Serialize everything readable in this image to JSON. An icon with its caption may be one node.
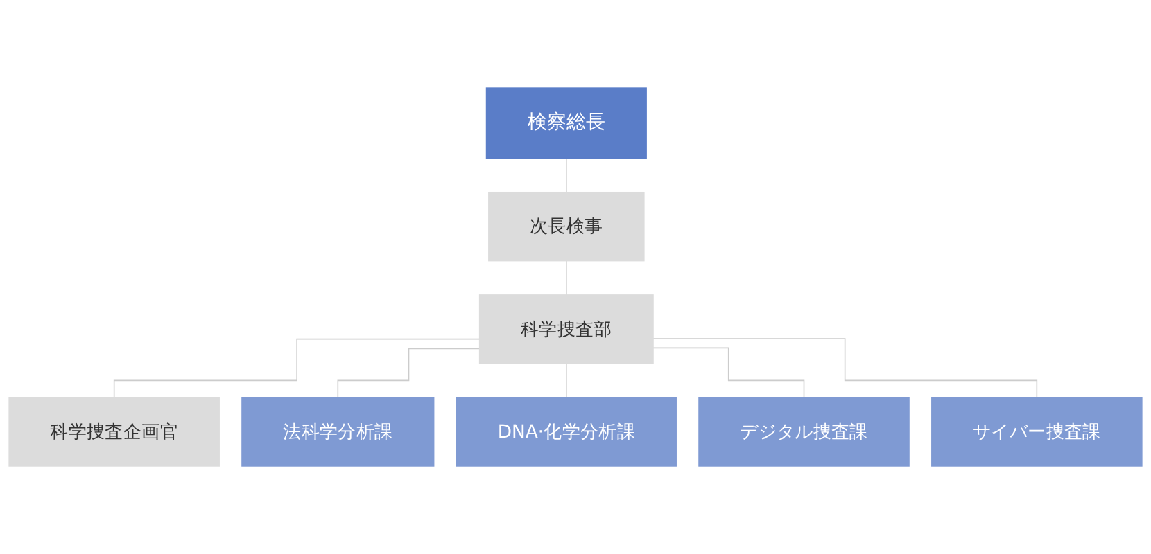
{
  "diagram": {
    "nodes": [
      {
        "text": [
          "検察総長"
        ]
      },
      {
        "text": [
          "次長検事"
        ]
      },
      {
        "text": [
          "科学捜査部"
        ]
      },
      {
        "text": [
          "科学捜査企画官"
        ]
      },
      {
        "text": [
          "法科学分析課"
        ]
      },
      {
        "text": [
          "DNA·化学分析課"
        ]
      },
      {
        "text": [
          "デジタル捜査課"
        ]
      },
      {
        "text": [
          "サイバー捜査課"
        ]
      }
    ],
    "edges": [
      {
        "from": 0,
        "to": 1,
        "arrow": "none"
      },
      {
        "from": 1,
        "to": 2,
        "arrow": "none"
      },
      {
        "from": 2,
        "to": 3,
        "arrow": "none"
      },
      {
        "from": 2,
        "to": 4,
        "arrow": "none"
      },
      {
        "from": 2,
        "to": 5,
        "arrow": "none"
      },
      {
        "from": 2,
        "to": 6,
        "arrow": "none"
      },
      {
        "from": 2,
        "to": 7,
        "arrow": "none"
      }
    ]
  }
}
